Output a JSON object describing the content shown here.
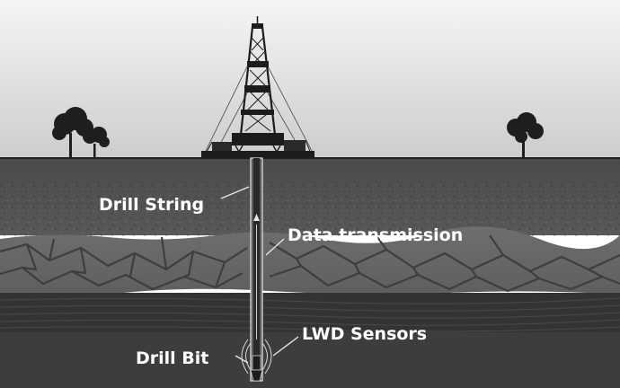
{
  "labels": {
    "drill_string": "Drill String",
    "data_transmission": "Data transmission",
    "lwd_sensors": "LWD Sensors",
    "drill_bit": "Drill Bit"
  },
  "colors": {
    "sky_top": "#f4f4f4",
    "sky_bottom": "#cfcfcf",
    "ground_top": "#454545",
    "rock_layer": "#6a6a6a",
    "rock_cracks": "#3f3f3f",
    "strata": "#303030",
    "bottom_layer": "#3c3c3c",
    "text": "#ffffff",
    "structure": "#222222"
  },
  "icons": {
    "rig": "drilling-rig-icon",
    "tree": "tree-icon"
  }
}
